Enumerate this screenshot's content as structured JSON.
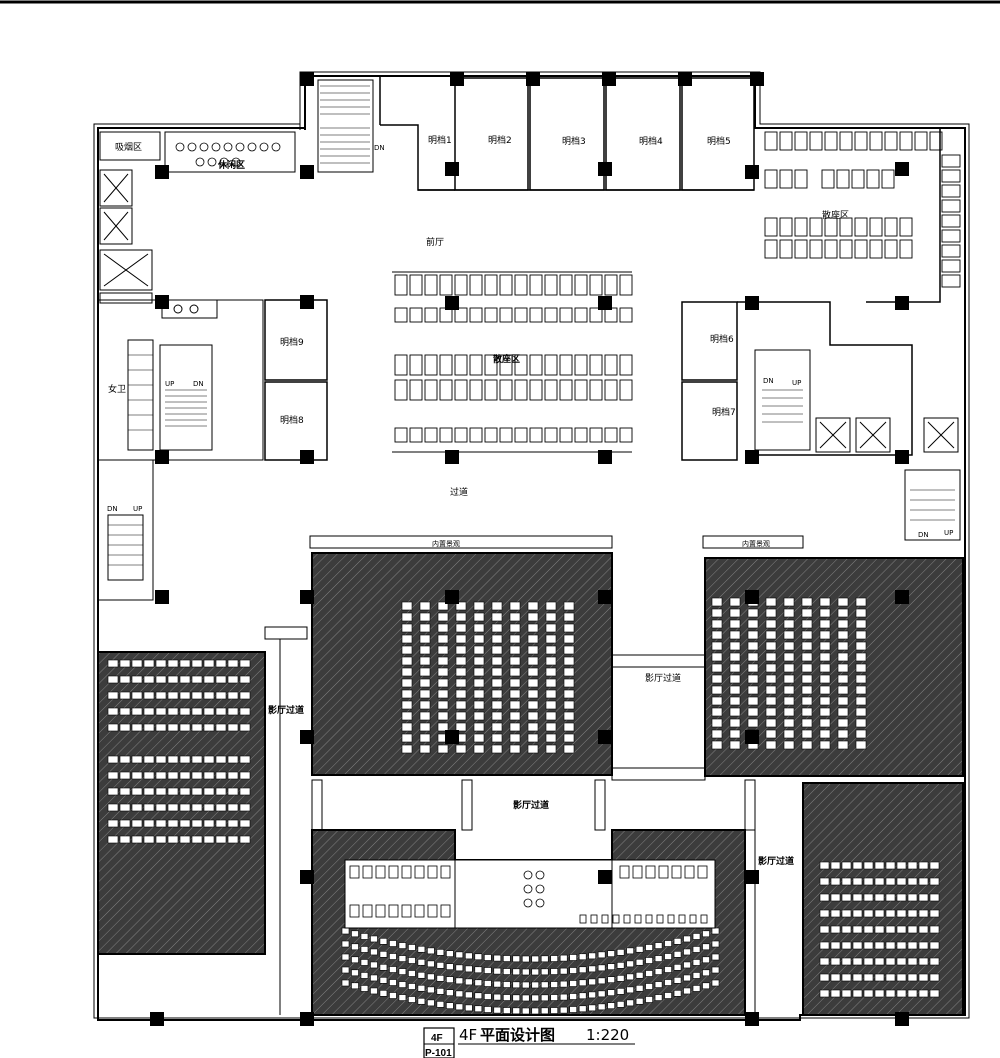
{
  "labels": {
    "smoking": "吸烟区",
    "lounge": "休闲区",
    "stall1": "明档1",
    "stall2": "明档2",
    "stall3": "明档3",
    "stall4": "明档4",
    "stall5": "明档5",
    "stall6": "明档6",
    "stall7": "明档7",
    "stall8": "明档8",
    "stall9": "明档9",
    "lobby": "前厅",
    "dining_center": "散座区",
    "dining_right": "散座区",
    "corridor": "过道",
    "womens_wc": "女卫",
    "landscape_left": "内置景观",
    "landscape_right": "内置景观",
    "cinema_corridor_center": "影厅过道",
    "cinema_corridor_lower": "影厅过道",
    "cinema_corridor_left": "影厅过道",
    "cinema_corridor_right": "影厅过道",
    "stair_up": "UP",
    "stair_dn": "DN"
  },
  "title_block": {
    "floor": "4F",
    "sheet": "P-101",
    "title_prefix": "4F",
    "title_main": "平面设计图",
    "scale": "1:220"
  }
}
